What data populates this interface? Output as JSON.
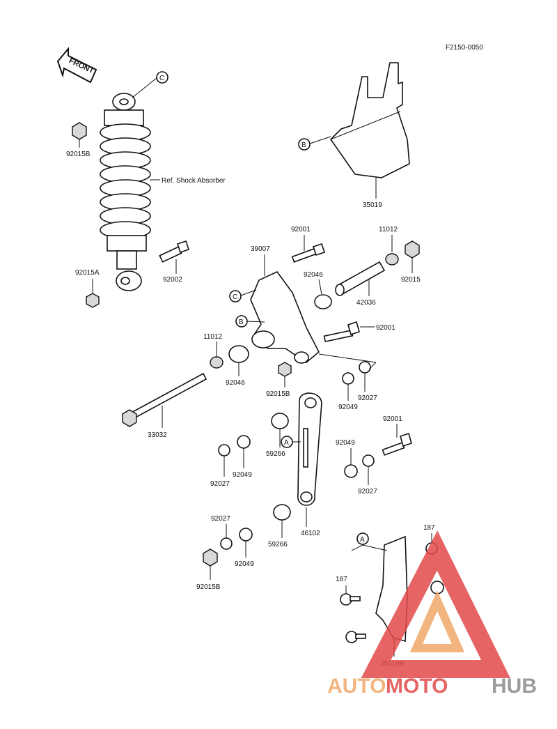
{
  "diagram_code": "F2150-0050",
  "front_label": "FRONT",
  "shock_ref_label": "Ref. Shock Absorber",
  "callouts": {
    "a": "A",
    "b": "B",
    "c": "C"
  },
  "parts": {
    "p92015B_top": "92015B",
    "p92015A": "92015A",
    "p92002": "92002",
    "p35019": "35019",
    "p92001_top": "92001",
    "p39007": "39007",
    "p11012_right": "11012",
    "p92046_upper": "92046",
    "p92015_right": "92015",
    "p42036": "42036",
    "p92001_mid": "92001",
    "p11012_left": "11012",
    "p92046_lower": "92046",
    "p92015B_mid": "92015B",
    "p92049_right": "92049",
    "p92027_right": "92027",
    "p33032": "33032",
    "p59266_upper": "59266",
    "p92001_lower": "92001",
    "p92049_lower_right": "92049",
    "p92027_lower_right": "92027",
    "p92027_left": "92027",
    "p92049_left": "92049",
    "p46102": "46102",
    "p92027_bottom_left": "92027",
    "p59266_lower": "59266",
    "p92049_bottom_left": "92049",
    "p92015B_bottom": "92015B",
    "p187_top": "187",
    "p187_left": "187",
    "p35019A": "35019A"
  },
  "watermark": {
    "part1": "AUTO",
    "part2": "MOTO",
    "part3": "HUB"
  },
  "colors": {
    "watermark_red": "#e24a4a",
    "watermark_orange": "#f2a96b",
    "watermark_gray": "#8a8a8a"
  }
}
